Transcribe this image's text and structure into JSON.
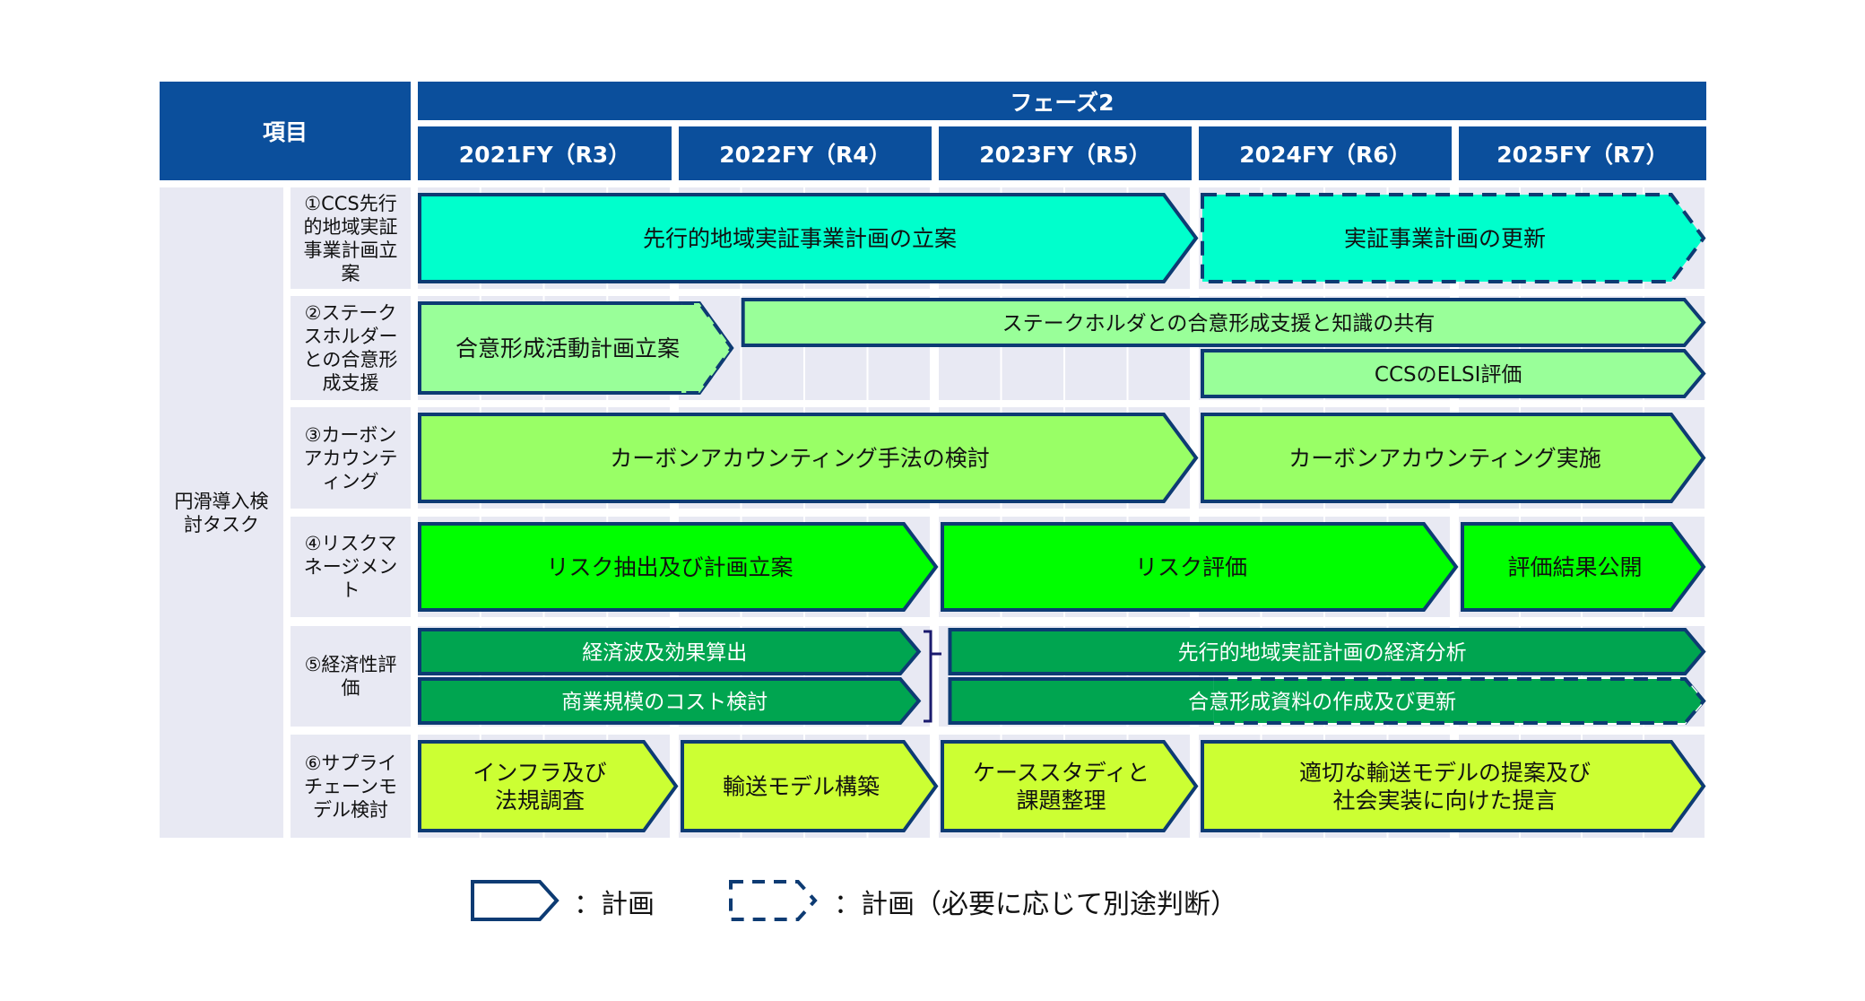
{
  "header": {
    "item_label": "項目",
    "phase_label": "フェーズ2",
    "years": [
      "2021FY（R3）",
      "2022FY（R4）",
      "2023FY（R5）",
      "2024FY（R6）",
      "2025FY（R7）"
    ]
  },
  "group_label": "円滑導入検討タスク",
  "rows": [
    {
      "label": "①CCS先行的地域実証事業計画立案",
      "bars": [
        {
          "text": "先行的地域実証事業計画の立案",
          "start": 0,
          "end": 3,
          "lane": "full",
          "fill": "#00ffcc",
          "style": "solid",
          "text_color": "#111111"
        },
        {
          "text": "実証事業計画の更新",
          "start": 3,
          "end": 5,
          "lane": "full",
          "fill": "#00ffcc",
          "style": "dashed",
          "text_color": "#111111"
        }
      ]
    },
    {
      "label": "②ステークスホルダーとの合意形成支援",
      "bars": [
        {
          "text": "合意形成活動計画立案",
          "start": 0,
          "end": 1.22,
          "lane": "full",
          "fill": "#99ff99",
          "style": "dashed-right",
          "text_color": "#111111"
        },
        {
          "text": "ステークホルダとの合意形成支援と知識の共有",
          "start": 1.24,
          "end": 5,
          "lane": "top",
          "fill": "#99ff99",
          "style": "solid",
          "text_color": "#111111"
        },
        {
          "text": "CCSのELSI評価",
          "start": 3,
          "end": 5,
          "lane": "bottom",
          "fill": "#99ff99",
          "style": "solid",
          "text_color": "#111111"
        }
      ]
    },
    {
      "label": "③カーボンアカウンティング",
      "bars": [
        {
          "text": "カーボンアカウンティング手法の検討",
          "start": 0,
          "end": 3,
          "lane": "full",
          "fill": "#99ff66",
          "style": "solid",
          "text_color": "#111111"
        },
        {
          "text": "カーボンアカウンティング実施",
          "start": 3,
          "end": 5,
          "lane": "full",
          "fill": "#99ff66",
          "style": "solid",
          "text_color": "#111111"
        }
      ]
    },
    {
      "label": "④リスクマネージメント",
      "bars": [
        {
          "text": "リスク抽出及び計画立案",
          "start": 0,
          "end": 2,
          "lane": "full",
          "fill": "#00ff00",
          "style": "solid",
          "text_color": "#111111"
        },
        {
          "text": "リスク評価",
          "start": 2,
          "end": 4,
          "lane": "full",
          "fill": "#00ff00",
          "style": "solid",
          "text_color": "#111111"
        },
        {
          "text": "評価結果公開",
          "start": 4,
          "end": 5,
          "lane": "full",
          "fill": "#00ff00",
          "style": "solid",
          "text_color": "#111111"
        }
      ]
    },
    {
      "label": "⑤経済性評価",
      "bars": [
        {
          "text": "経済波及効果算出",
          "start": 0,
          "end": 1.96,
          "lane": "top",
          "fill": "#00a550",
          "style": "solid",
          "text_color": "#ffffff"
        },
        {
          "text": "商業規模のコスト検討",
          "start": 0,
          "end": 1.96,
          "lane": "bottom",
          "fill": "#00a550",
          "style": "solid",
          "text_color": "#ffffff"
        },
        {
          "text": "先行的地域実証計画の経済分析",
          "start": 2.03,
          "end": 5,
          "lane": "top",
          "fill": "#00a550",
          "style": "solid",
          "text_color": "#ffffff"
        },
        {
          "text": "合意形成資料の作成及び更新",
          "start": 2.03,
          "end": 5,
          "lane": "bottom",
          "fill": "#00a550",
          "style": "solid-then-dashed",
          "dash_from": 3.06,
          "text_color": "#ffffff"
        }
      ],
      "bracket": true
    },
    {
      "label": "⑥サプライチェーンモデル検討",
      "bars": [
        {
          "text": "インフラ及び\n法規調査",
          "start": 0,
          "end": 1,
          "lane": "full",
          "fill": "#ccff33",
          "style": "solid",
          "text_color": "#111111"
        },
        {
          "text": "輸送モデル構築",
          "start": 1,
          "end": 2,
          "lane": "full",
          "fill": "#ccff33",
          "style": "solid",
          "text_color": "#111111"
        },
        {
          "text": "ケーススタディと\n課題整理",
          "start": 2,
          "end": 3,
          "lane": "full",
          "fill": "#ccff33",
          "style": "solid",
          "text_color": "#111111"
        },
        {
          "text": "適切な輸送モデルの提案及び\n社会実装に向けた提言",
          "start": 3,
          "end": 5,
          "lane": "full",
          "fill": "#ccff33",
          "style": "solid",
          "text_color": "#111111"
        }
      ]
    }
  ],
  "legend": [
    {
      "label": "：計画",
      "style": "solid"
    },
    {
      "label": "：計画（必要に応じて別途判断）",
      "style": "dashed"
    }
  ],
  "colors": {
    "header": "#0b4f9c",
    "border": "#0d3b73",
    "cell": "#e8e9f3"
  }
}
